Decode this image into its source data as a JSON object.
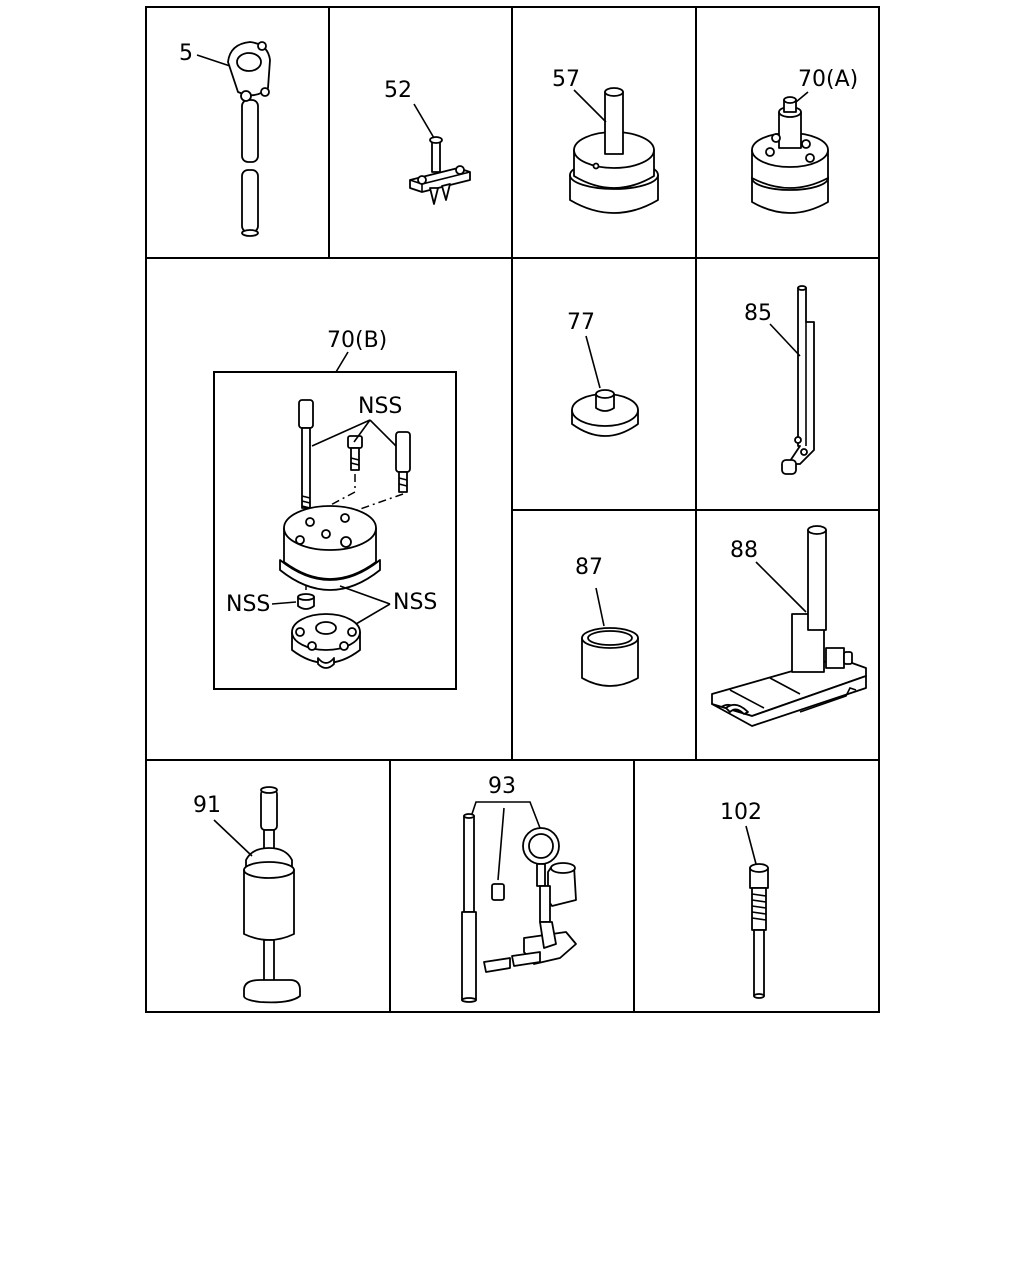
{
  "labels": {
    "item_5": "5",
    "item_52": "52",
    "item_57": "57",
    "item_70a": "70(A)",
    "item_70b": "70(B)",
    "item_77": "77",
    "item_85": "85",
    "item_87": "87",
    "item_88": "88",
    "item_91": "91",
    "item_93": "93",
    "item_102": "102",
    "nss_top": "NSS",
    "nss_left": "NSS",
    "nss_right": "NSS"
  }
}
